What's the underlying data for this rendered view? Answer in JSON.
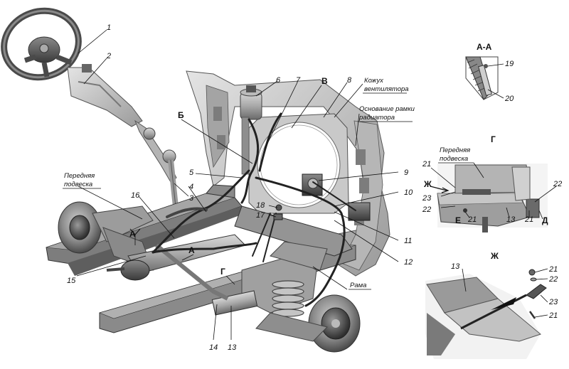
{
  "callouts": {
    "c1": "1",
    "c2": "2",
    "c3": "3",
    "c4": "4",
    "c5": "5",
    "c6": "6",
    "c7": "7",
    "c8": "8",
    "c9": "9",
    "c10": "10",
    "c11": "11",
    "c12": "12",
    "c13": "13",
    "c14": "14",
    "c15": "15",
    "c16": "16",
    "c17": "17",
    "c18": "18"
  },
  "section_marks": {
    "b": "Б",
    "v": "В",
    "a": "А",
    "g": "Г"
  },
  "text_labels": {
    "fan_shroud_1": "Кожух",
    "fan_shroud_2": "вентилятора",
    "radiator_base_1": "Основание рамки",
    "radiator_base_2": "радиатора",
    "front_susp_1": "Передняя",
    "front_susp_2": "подвеска",
    "frame": "Рама"
  },
  "section_aa": {
    "title": "А-А",
    "c19": "19",
    "c20": "20"
  },
  "view_g": {
    "title": "Г",
    "susp_1": "Передняя",
    "susp_2": "подвеска",
    "c21a": "21",
    "c22a": "22",
    "c23": "23",
    "c22b": "22",
    "c21b": "21",
    "c13": "13",
    "c21c": "21",
    "zh": "Ж",
    "e": "Е",
    "d": "Д"
  },
  "view_zh": {
    "title": "Ж",
    "c13": "13",
    "c21a": "21",
    "c22": "22",
    "c23": "23",
    "c21b": "21"
  }
}
